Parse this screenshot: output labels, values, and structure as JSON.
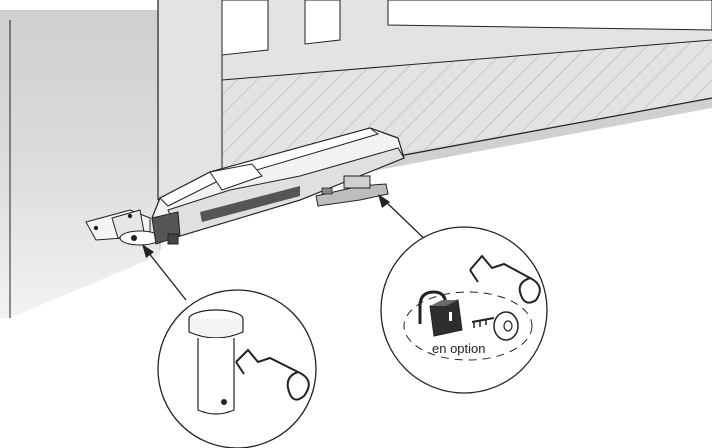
{
  "option_label": "en option",
  "colors": {
    "line": "#222222",
    "pillar": "#d6d6d6",
    "gate_frame": "#e1e1e1",
    "hatch": "#a9a9a9",
    "motor_light": "#f2f2f2",
    "motor_dark": "#444444",
    "padlock_body": "#2e2e2e"
  },
  "icons": [
    "pillar",
    "gate",
    "gate-motor",
    "bracket",
    "hinge-pin",
    "r-clip",
    "padlock",
    "key",
    "callout-arrow"
  ]
}
